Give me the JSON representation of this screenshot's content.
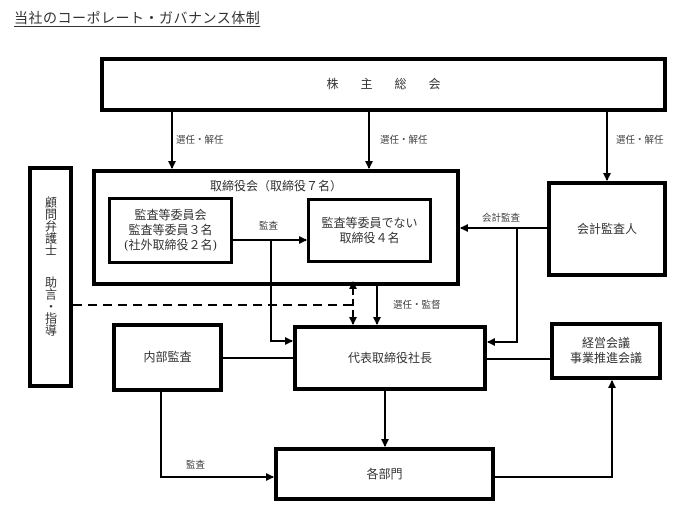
{
  "title": "当社のコーポレート・ガバナンス体制",
  "boxes": {
    "shareholders": "株主総会",
    "board": "取締役会（取締役７名）",
    "audit_committee": [
      "監査等委員会",
      "監査等委員３名",
      "(社外取締役２名)"
    ],
    "non_audit_directors": [
      "監査等委員でない",
      "取締役４名"
    ],
    "accounting_auditor": "会計監査人",
    "legal_advisor": [
      "顧問弁護士",
      "助言・指導"
    ],
    "internal_audit": "内部監査",
    "president": "代表取締役社長",
    "management_meetings": [
      "経営会議",
      "事業推進会議"
    ],
    "departments": "各部門"
  },
  "edge_labels": {
    "elect_dismiss_board_left": "選任・解任",
    "elect_dismiss_board_right": "選任・解任",
    "elect_dismiss_auditor": "選任・解任",
    "audit_committee_audit": "監査",
    "accounting_audit": "会計監査",
    "elect_supervise": "選任・監督",
    "internal_audit_departments": "監査"
  }
}
